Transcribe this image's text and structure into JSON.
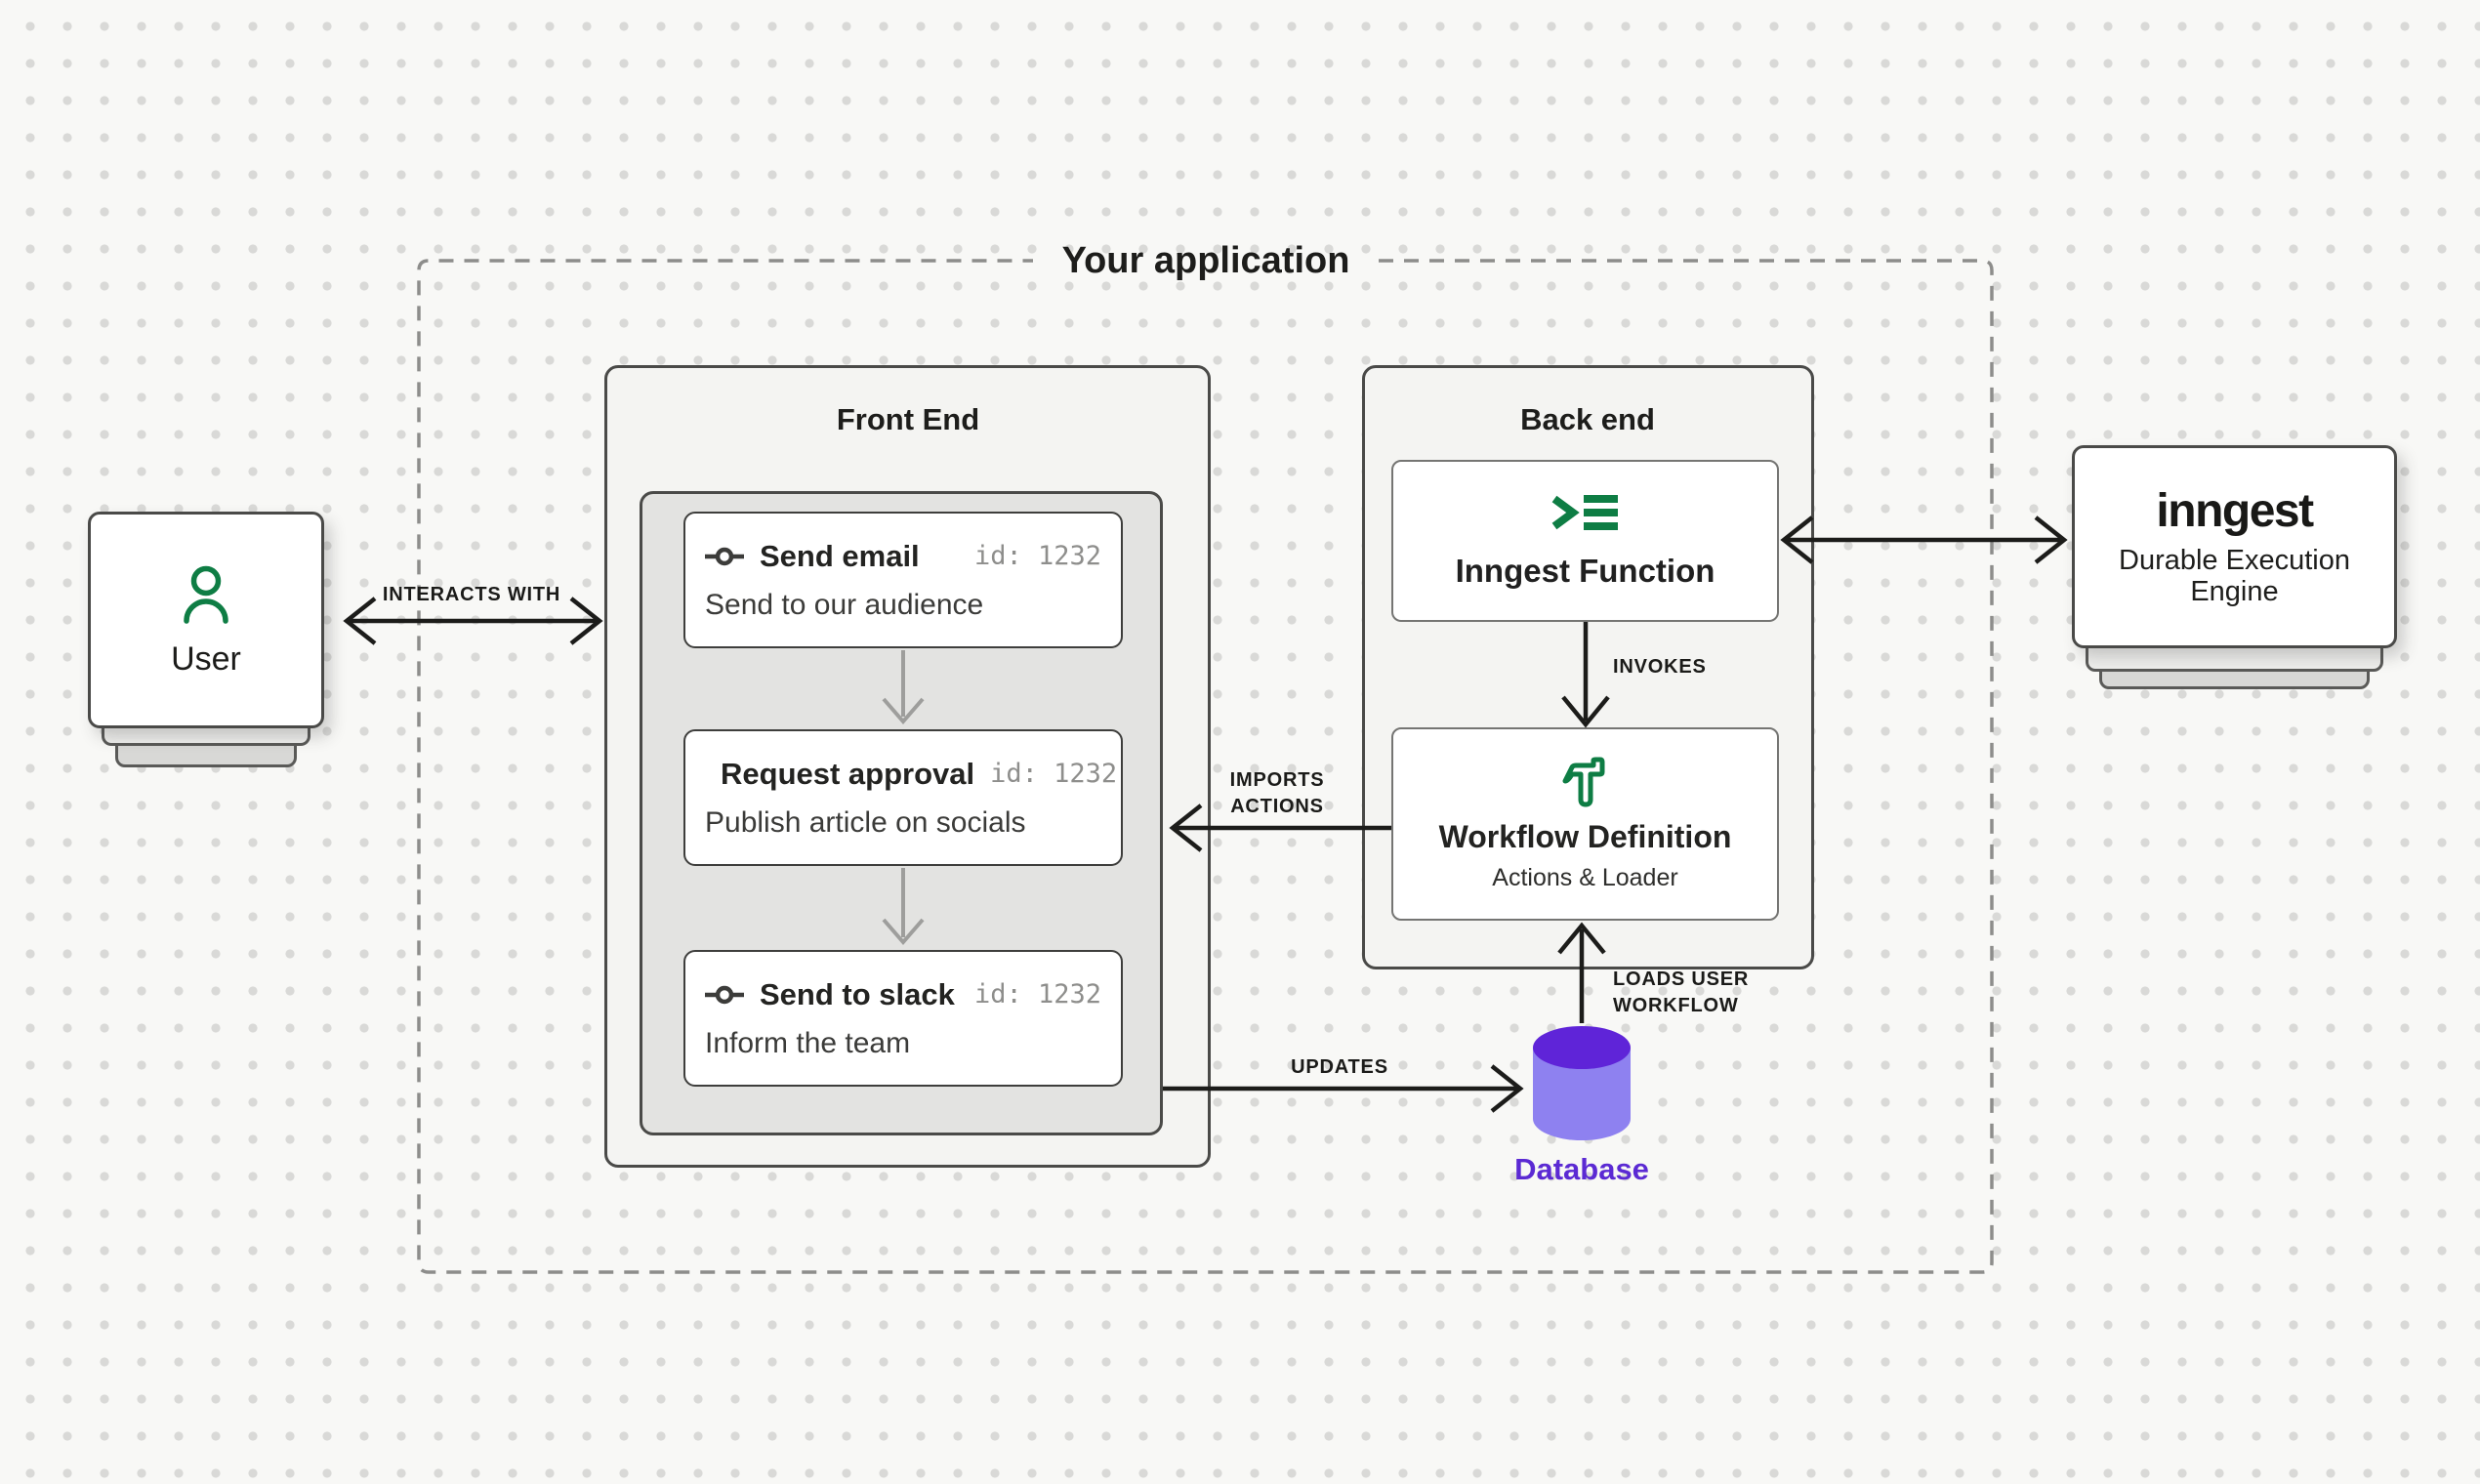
{
  "application": {
    "title": "Your application"
  },
  "user_node": {
    "label": "User",
    "icon": "user-icon"
  },
  "frontend": {
    "title": "Front End",
    "cards": [
      {
        "icon": "commit-icon",
        "title": "Send email",
        "id": "id: 1232",
        "description": "Send to our audience"
      },
      {
        "icon": "commit-icon",
        "title": "Request approval",
        "id": "id: 1232",
        "description": "Publish article on socials"
      },
      {
        "icon": "commit-icon",
        "title": "Send to slack",
        "id": "id: 1232",
        "description": "Inform the team"
      }
    ]
  },
  "backend": {
    "title": "Back end",
    "inngest_function": {
      "icon": "terminal-icon",
      "label": "Inngest Function"
    },
    "workflow_definition": {
      "icon": "hammer-icon",
      "title": "Workflow Definition",
      "subtitle": "Actions & Loader"
    }
  },
  "database": {
    "icon": "database-cylinder-icon",
    "label": "Database"
  },
  "inngest_engine": {
    "logo": "inngest",
    "subtitle_line1": "Durable Execution",
    "subtitle_line2": "Engine"
  },
  "flow_labels": {
    "interacts_with": "INTERACTS WITH",
    "invokes": "INVOKES",
    "imports_actions_line1": "IMPORTS",
    "imports_actions_line2": "ACTIONS",
    "updates": "UPDATES",
    "loads_user_workflow_line1": "LOADS USER",
    "loads_user_workflow_line2": "WORKFLOW"
  },
  "colors": {
    "icon_green": "#0e7d44",
    "database_top": "#5f24d8",
    "database_body": "#8e81f0",
    "database_label": "#5b2ad3",
    "arrow_black": "#1c1c1a",
    "connector_gray": "#9e9e9c",
    "panel_fill": "#f4f4f2",
    "panel_inner_fill": "#e3e3e1",
    "background": "#f8f8f6",
    "dot": "#d9d9d7"
  }
}
